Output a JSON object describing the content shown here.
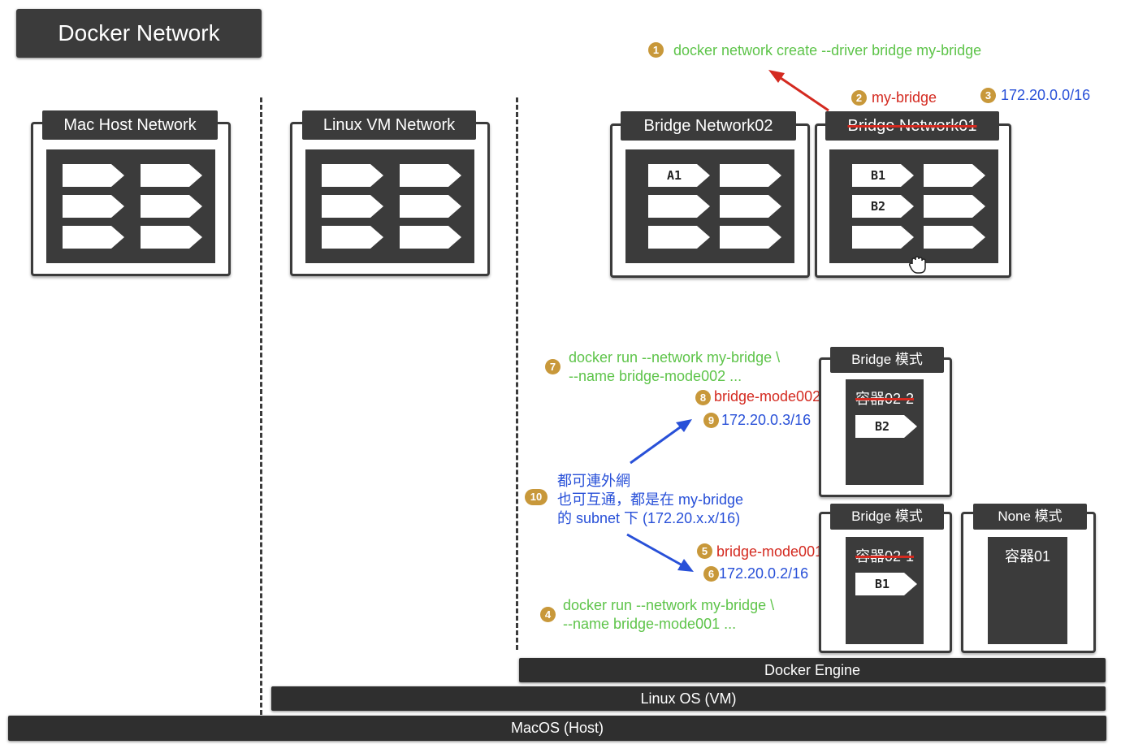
{
  "title": "Docker Network",
  "panels": {
    "mac_host": {
      "label": "Mac Host Network"
    },
    "linux_vm": {
      "label": "Linux VM Network"
    },
    "bridge02": {
      "label": "Bridge Network02",
      "slots": [
        "A1",
        "",
        "",
        "",
        "",
        ""
      ]
    },
    "bridge01": {
      "label": "Bridge Network01",
      "slots": [
        "B1",
        "",
        "B2",
        "",
        "",
        ""
      ]
    }
  },
  "containers": {
    "bridge_upper": {
      "tab": "Bridge 模式",
      "name": "容器02-2",
      "slot": "B2"
    },
    "bridge_lower": {
      "tab": "Bridge 模式",
      "name": "容器02-1",
      "slot": "B1"
    },
    "none": {
      "tab": "None 模式",
      "name": "容器01"
    }
  },
  "annotations": {
    "step1": {
      "num": "1",
      "text": "docker network create --driver bridge my-bridge"
    },
    "step2": {
      "num": "2",
      "text": "my-bridge"
    },
    "step3": {
      "num": "3",
      "text": "172.20.0.0/16"
    },
    "step4": {
      "num": "4",
      "line1": "docker run --network my-bridge \\",
      "line2": "--name bridge-mode001 ..."
    },
    "step5": {
      "num": "5",
      "text": "bridge-mode001"
    },
    "step6": {
      "num": "6",
      "text": "172.20.0.2/16"
    },
    "step7": {
      "num": "7",
      "line1": "docker run --network my-bridge \\",
      "line2": "--name bridge-mode002 ..."
    },
    "step8": {
      "num": "8",
      "text": "bridge-mode002"
    },
    "step9": {
      "num": "9",
      "text": "172.20.0.3/16"
    },
    "step10": {
      "num": "10",
      "line1": "都可連外網",
      "line2": "也可互通，都是在 my-bridge",
      "line3": "的 subnet 下 (172.20.x.x/16)"
    }
  },
  "layers": {
    "docker_engine": "Docker Engine",
    "linux_os": "Linux OS (VM)",
    "macos": "MacOS (Host)"
  },
  "colors": {
    "dark": "#3b3b3b",
    "green": "#5ec44a",
    "red": "#d42a20",
    "blue": "#2850d8",
    "badge": "#c8983a"
  }
}
